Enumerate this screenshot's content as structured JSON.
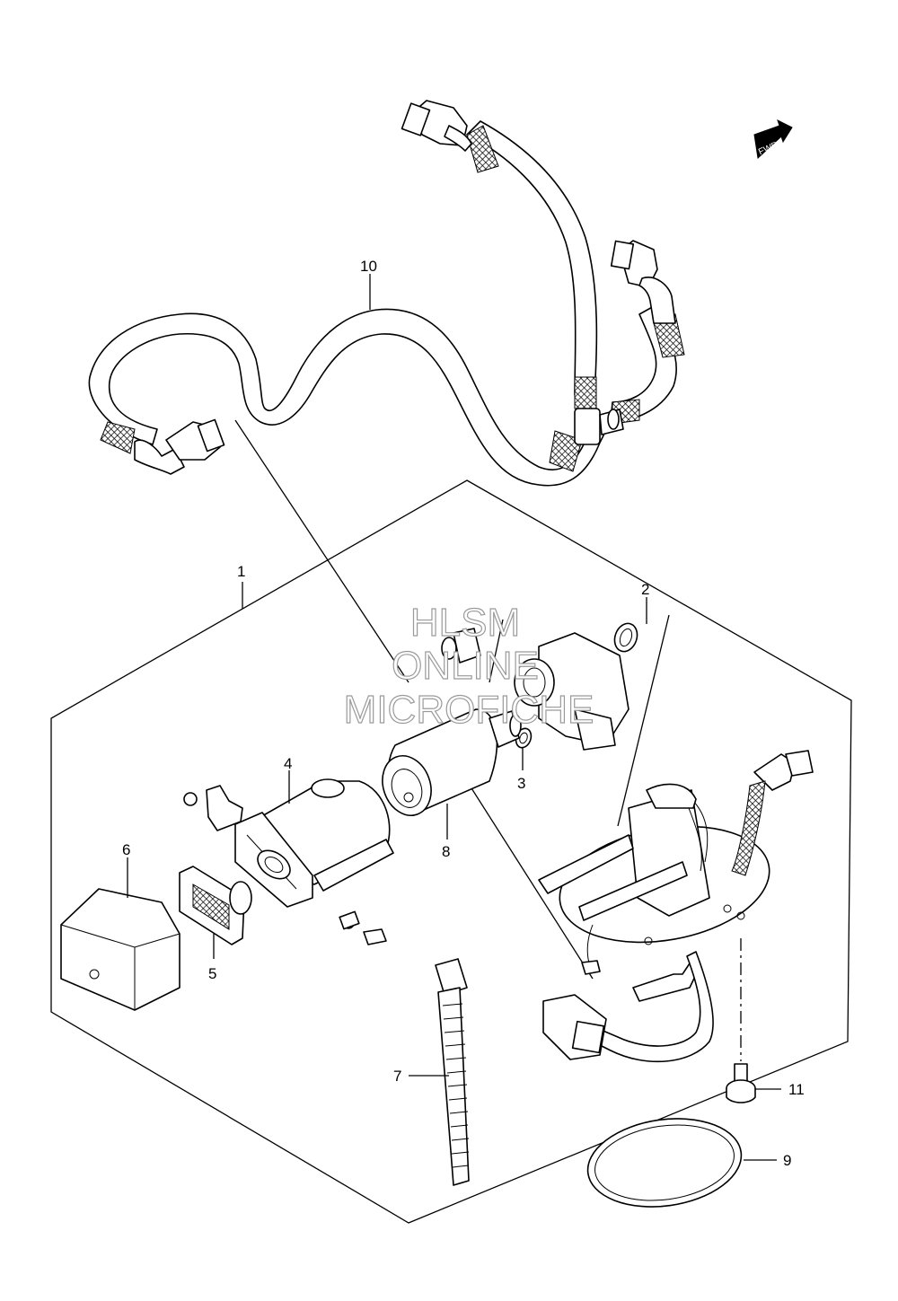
{
  "diagram": {
    "direction_arrow": {
      "label": "FWD",
      "icon": "fwd-arrow-icon"
    },
    "watermark": {
      "line1": "HLSM",
      "line2": "ONLINE",
      "line3": "MICROFICHE"
    },
    "callouts": [
      {
        "id": "1",
        "label": "1"
      },
      {
        "id": "2",
        "label": "2"
      },
      {
        "id": "3",
        "label": "3"
      },
      {
        "id": "4",
        "label": "4"
      },
      {
        "id": "5",
        "label": "5"
      },
      {
        "id": "6",
        "label": "6"
      },
      {
        "id": "7",
        "label": "7"
      },
      {
        "id": "8",
        "label": "8"
      },
      {
        "id": "9",
        "label": "9"
      },
      {
        "id": "10",
        "label": "10"
      },
      {
        "id": "11",
        "label": "11"
      }
    ]
  }
}
